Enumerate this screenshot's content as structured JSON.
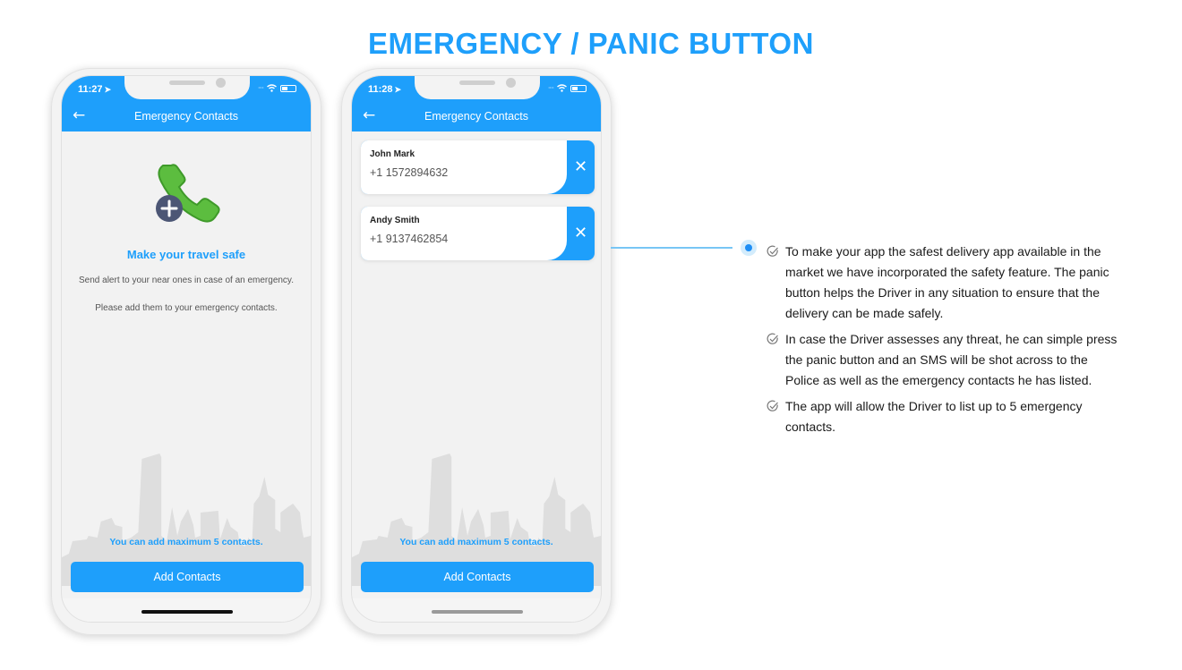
{
  "page": {
    "title": "EMERGENCY / PANIC BUTTON",
    "accent_color": "#1e9ffb"
  },
  "phones": [
    {
      "status": {
        "time": "11:27",
        "location_icon": "location-arrow-icon",
        "wifi_icon": "wifi-icon",
        "battery_icon": "battery-icon"
      },
      "header": {
        "back_icon": "back-arrow-icon",
        "back_glyph": "←",
        "title": "Emergency Contacts"
      },
      "empty_state": {
        "icon": "phone-add-icon",
        "title": "Make your travel safe",
        "description_1": "Send alert to your near ones in case of an emergency.",
        "description_2": "Please add them to your emergency contacts."
      },
      "max_note": "You can add maximum 5 contacts.",
      "add_button_label": "Add Contacts"
    },
    {
      "status": {
        "time": "11:28",
        "location_icon": "location-arrow-icon",
        "wifi_icon": "wifi-icon",
        "battery_icon": "battery-icon"
      },
      "header": {
        "back_icon": "back-arrow-icon",
        "back_glyph": "←",
        "title": "Emergency Contacts"
      },
      "contacts": [
        {
          "name": "John Mark",
          "phone": "+1 1572894632",
          "remove_glyph": "✕"
        },
        {
          "name": "Andy Smith",
          "phone": "+1 9137462854",
          "remove_glyph": "✕"
        }
      ],
      "max_note": "You can add maximum 5 contacts.",
      "add_button_label": "Add Contacts"
    }
  ],
  "features": [
    {
      "icon": "check-circle-icon",
      "text": "To make your app the safest delivery app available in the market we have incorporated the safety feature. The panic button helps the Driver in any situation to ensure that the delivery can be made safely."
    },
    {
      "icon": "check-circle-icon",
      "text": "In case the Driver assesses any threat, he can simple press the panic button and an SMS will be shot across to the Police as well as the emergency contacts he has listed."
    },
    {
      "icon": "check-circle-icon",
      "text": "The app will allow the Driver to list up to 5 emergency contacts."
    }
  ]
}
